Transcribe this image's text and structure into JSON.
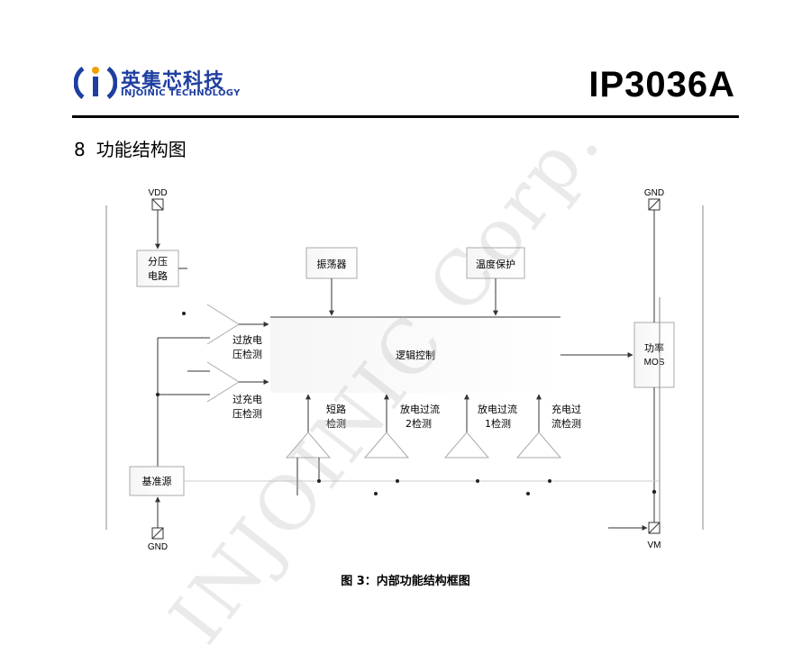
{
  "header": {
    "logo_cn": "英集芯科技",
    "logo_en": "INJOINIC TECHNOLOGY",
    "part_number": "IP3036A"
  },
  "section": {
    "number": "8",
    "title": "功能结构图"
  },
  "diagram": {
    "vdd": "VDD",
    "gnd_top": "GND",
    "gnd_bottom": "GND",
    "vm": "VM",
    "divider": [
      "分压",
      "电路"
    ],
    "oscillator": "振荡器",
    "temp_protect": "温度保护",
    "logic": "逻辑控制",
    "power_mos": [
      "功率",
      "MOS"
    ],
    "overdischarge": [
      "过放电",
      "压检测"
    ],
    "overcharge": [
      "过充电",
      "压检测"
    ],
    "short": [
      "短路",
      "检测"
    ],
    "discharge_oc2": [
      "放电过流",
      "2检测"
    ],
    "discharge_oc1": [
      "放电过流",
      "1检测"
    ],
    "charge_oc": [
      "充电过",
      "流检测"
    ],
    "reference": "基准源"
  },
  "caption": "图 3：内部功能结构框图",
  "watermark": "INJOINIC Corp."
}
